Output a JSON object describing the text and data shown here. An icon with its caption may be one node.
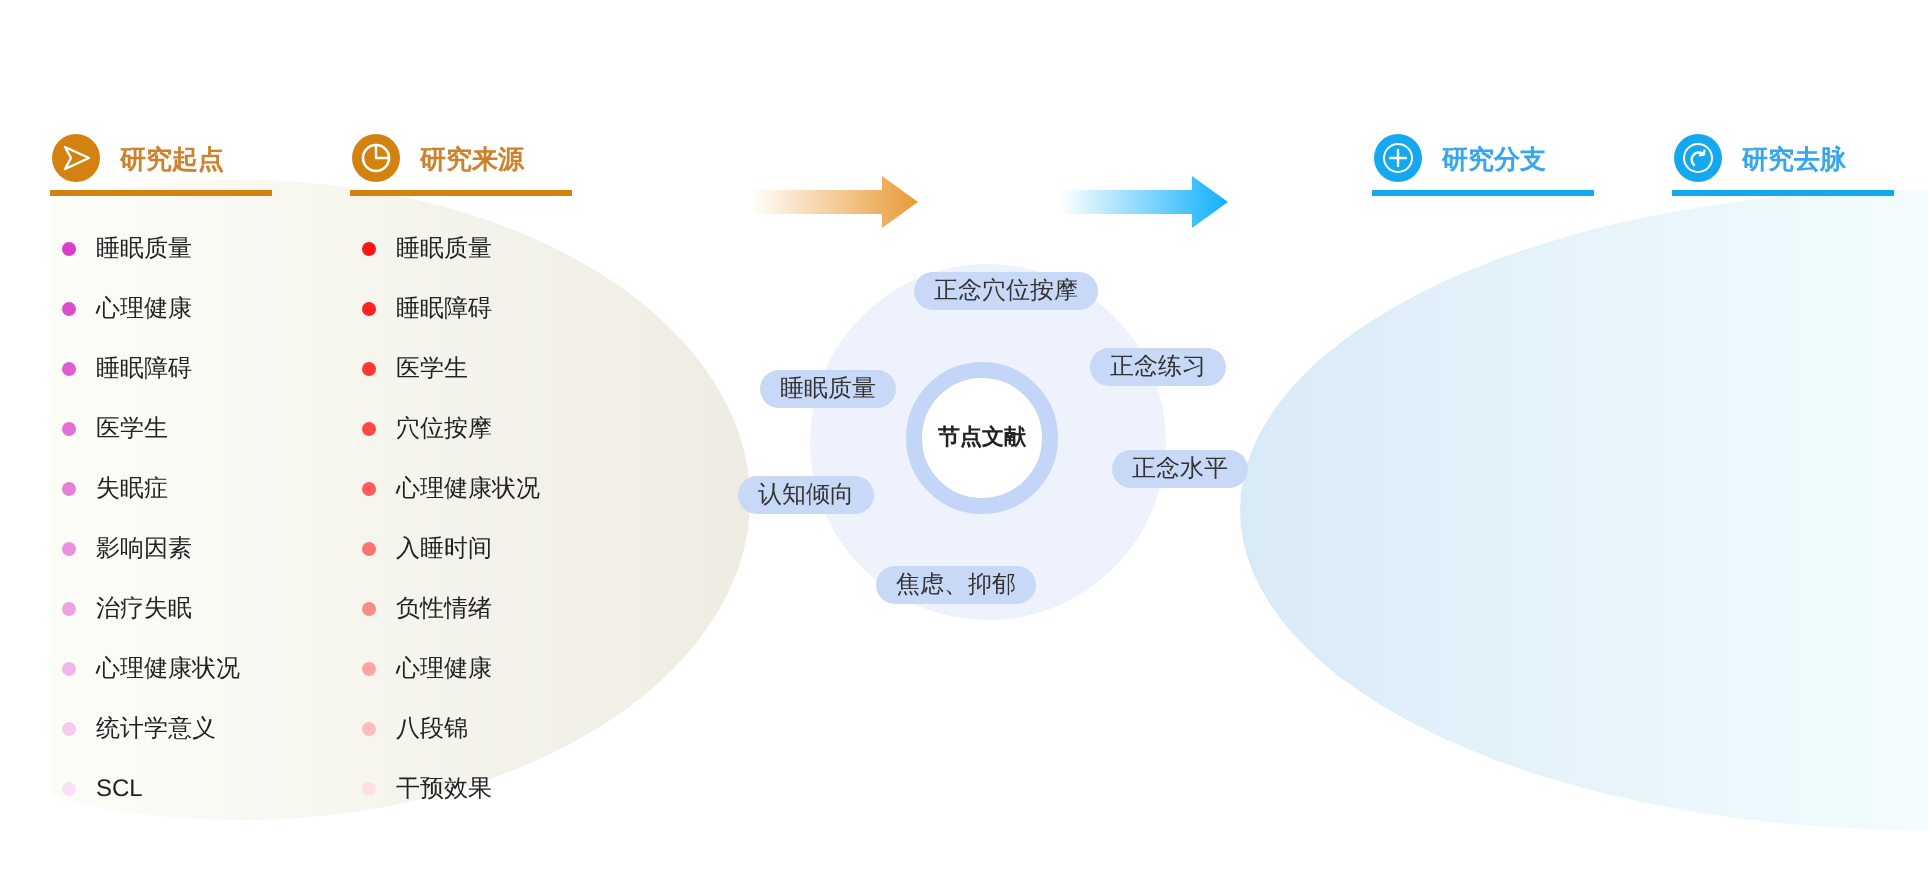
{
  "diagram": {
    "nodes": [
      {
        "text": [],
        "shape": "circle"
      },
      {
        "text": [
          "正念穴位按摩"
        ],
        "in": 0
      },
      {
        "text": [
          "正念练习"
        ]
      },
      {
        "text": [
          "睡眠质量"
        ]
      },
      {
        "text": [
          "节点文献"
        ],
        "in": 0
      },
      {
        "text": [
          "正念水平"
        ]
      },
      {
        "text": [
          "认知倾向"
        ]
      },
      {
        "text": [
          "焦虑、抑郁"
        ],
        "in": 0
      }
    ],
    "labels": [
      "研究起点",
      "睡眠质量",
      "心理健康",
      "睡眠障碍",
      "医学生",
      "失眠症",
      "影响因素",
      "治疗失眠",
      "心理健康状况",
      "统计学意义",
      "SCL",
      "研究来源",
      "睡眠质量",
      "睡眠障碍",
      "医学生",
      "穴位按摩",
      "心理健康状况",
      "入睡时间",
      "负性情绪",
      "心理健康",
      "八段锦",
      "干预效果",
      "研究分支",
      "研究去脉"
    ]
  }
}
